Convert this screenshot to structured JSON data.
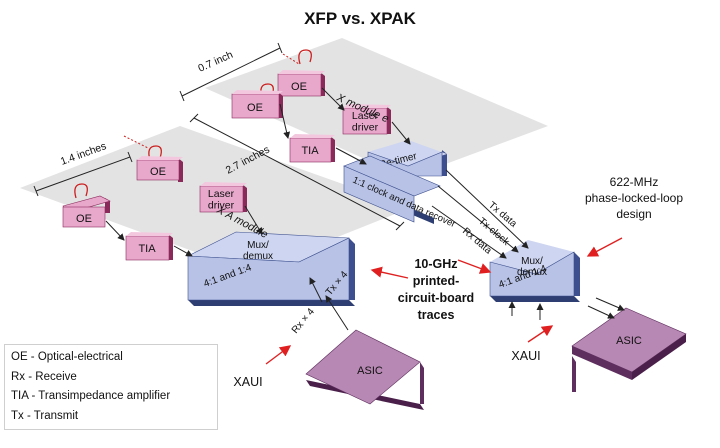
{
  "title": "XFP vs. XPAK",
  "xpak": {
    "module_label": "X A module",
    "width_dim": "1.4 inches",
    "length_dim": "2.7 inches",
    "oe": "OE",
    "laser": "Laser driver",
    "tia": "TIA",
    "mux": "Mux/ demux",
    "mux_ratio": "4:1 and 1:4",
    "tx_lanes": "Tx × 4",
    "rx_lanes": "Rx × 4",
    "asic": "ASIC",
    "xaui": "XAUI"
  },
  "xfp": {
    "module_label": "X module e",
    "width_dim": "0.7 inch",
    "oe_top": "OE",
    "laser": "Laser driver",
    "oe_bottom": "OE",
    "tia": "TIA",
    "retimer": "Re-timer",
    "clock": "1:1 clock and data recover",
    "tx_data_a": "Tx data",
    "tx_clock": "Tx clock",
    "rx_data": "Rx data",
    "mux": "Mux/ demux",
    "mux_ratio": "4:1 and 1:4",
    "asic": "ASIC",
    "xaui": "XAUI"
  },
  "callouts": {
    "pll": "622-MHz phase-locked-loop design",
    "pcb": "10-GHz printed-circuit-board traces"
  },
  "legend": [
    "OE - Optical-electrical",
    "Rx - Receive",
    "TIA - Transimpedance amplifier",
    "Tx - Transmit"
  ],
  "colors": {
    "pink_box": "#e8a8cc",
    "pink_side": "#8a2a5a",
    "blue_box": "#b7c2e6",
    "blue_side": "#3d4f8e",
    "asic_box": "#b888b4",
    "asic_side": "#5e2e5e",
    "board": "#e3e3e3",
    "callout_arrow": "#e02020"
  }
}
